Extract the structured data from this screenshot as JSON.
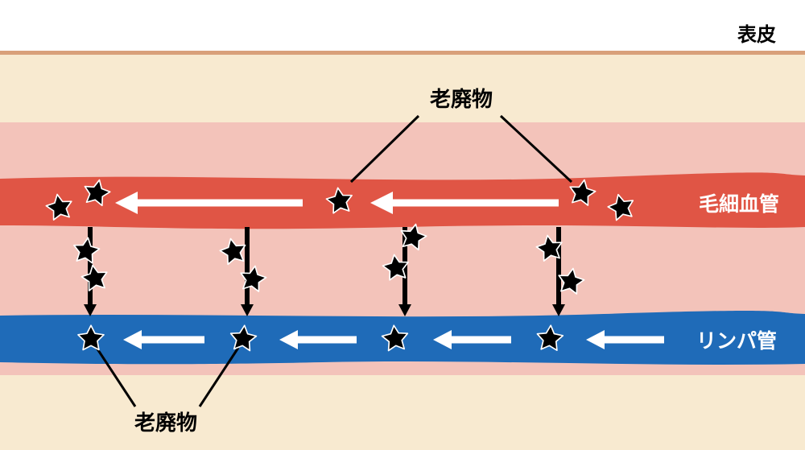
{
  "labels": {
    "epidermis": "表皮",
    "capillary": "毛細血管",
    "lymph": "リンパ管",
    "waste_top": "老廃物",
    "waste_bottom": "老廃物"
  },
  "colors": {
    "background": "#ffffff",
    "skin": "#f8ead0",
    "skin_line": "#d9a07a",
    "dermis": "#f3c3ba",
    "capillary": "#e05545",
    "lymph": "#1f6bb8",
    "arrow": "#ffffff",
    "star": "#000000",
    "connector": "#000000"
  },
  "icons": {
    "waste_marker": "star-icon"
  }
}
